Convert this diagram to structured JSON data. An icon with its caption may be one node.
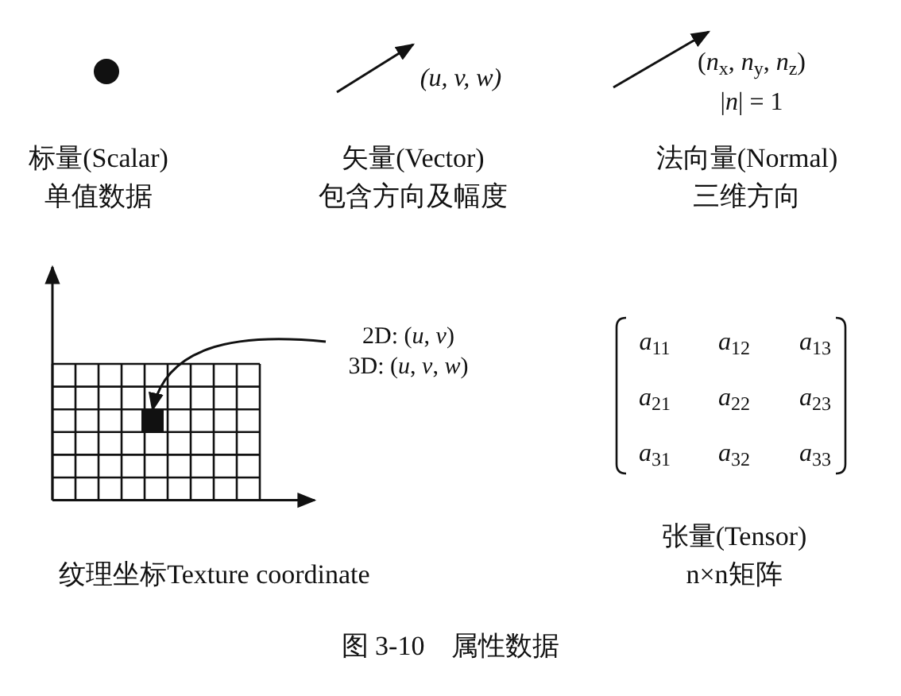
{
  "diagram": {
    "caption": "图 3-10　属性数据",
    "nodes": [
      {
        "text": [
          "2D: (*u*, *v*)",
          "3D: (*u*, *v*, *w*)"
        ]
      },
      {
        "text": [],
        "shape": "box"
      }
    ],
    "edges": [
      {
        "from": 0,
        "to": 1,
        "arrow": "to"
      }
    ],
    "labels": [
      "(*u*, *v*, *w*)",
      "(*n*$_{x}$, *n*$_{y}$, *n*$_{z}$)",
      "|*n*| = 1",
      "标量(Scalar)",
      "单值数据",
      "矢量(Vector)",
      "包含方向及幅度",
      "法向量(Normal)",
      "三维方向",
      "*a*$_{11}$",
      "*a*$_{12}$",
      "*a*$_{13}$",
      "*a*$_{21}$",
      "*a*$_{22}$",
      "*a*$_{23}$",
      "*a*$_{31}$",
      "*a*$_{32}$",
      "*a*$_{33}$",
      "张量(Tensor)",
      "纹理坐标Texture coordinate",
      "n×n矩阵"
    ]
  }
}
